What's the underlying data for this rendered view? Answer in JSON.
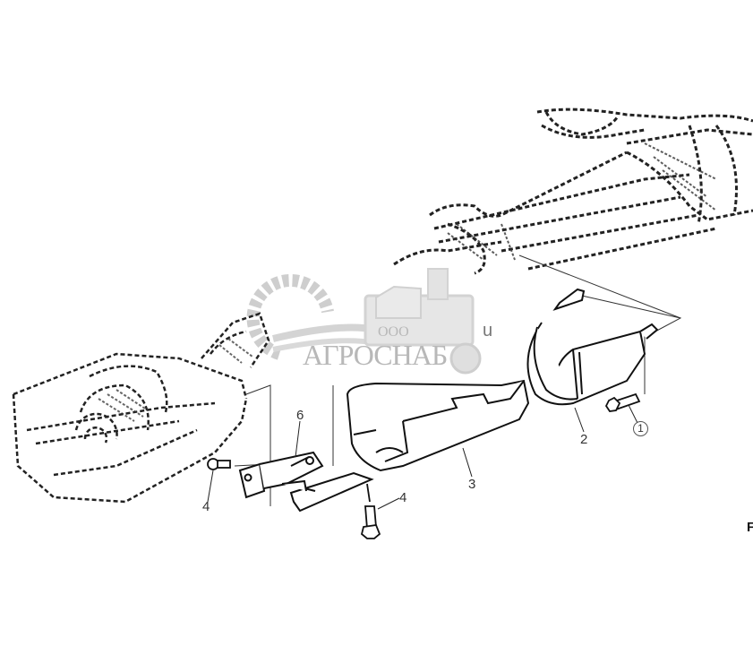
{
  "diagram": {
    "type": "exploded-parts-diagram",
    "description": "Driveline / shaft guard assembly with mounting brackets and bolts",
    "callouts": [
      {
        "id": "1",
        "label": "1",
        "part": "bolt",
        "style": "circled"
      },
      {
        "id": "2",
        "label": "2",
        "part": "rear-shield"
      },
      {
        "id": "3",
        "label": "3",
        "part": "main-shield"
      },
      {
        "id": "4a",
        "label": "4",
        "part": "bolt-left"
      },
      {
        "id": "4b",
        "label": "4",
        "part": "bolt-lower"
      },
      {
        "id": "6",
        "label": "6",
        "part": "bracket"
      }
    ],
    "edge_letter": "F",
    "stray_char": "u"
  },
  "watermark": {
    "prefix": "ООО",
    "name": "АГРОСНАБ",
    "color": "#b8b8b8"
  }
}
